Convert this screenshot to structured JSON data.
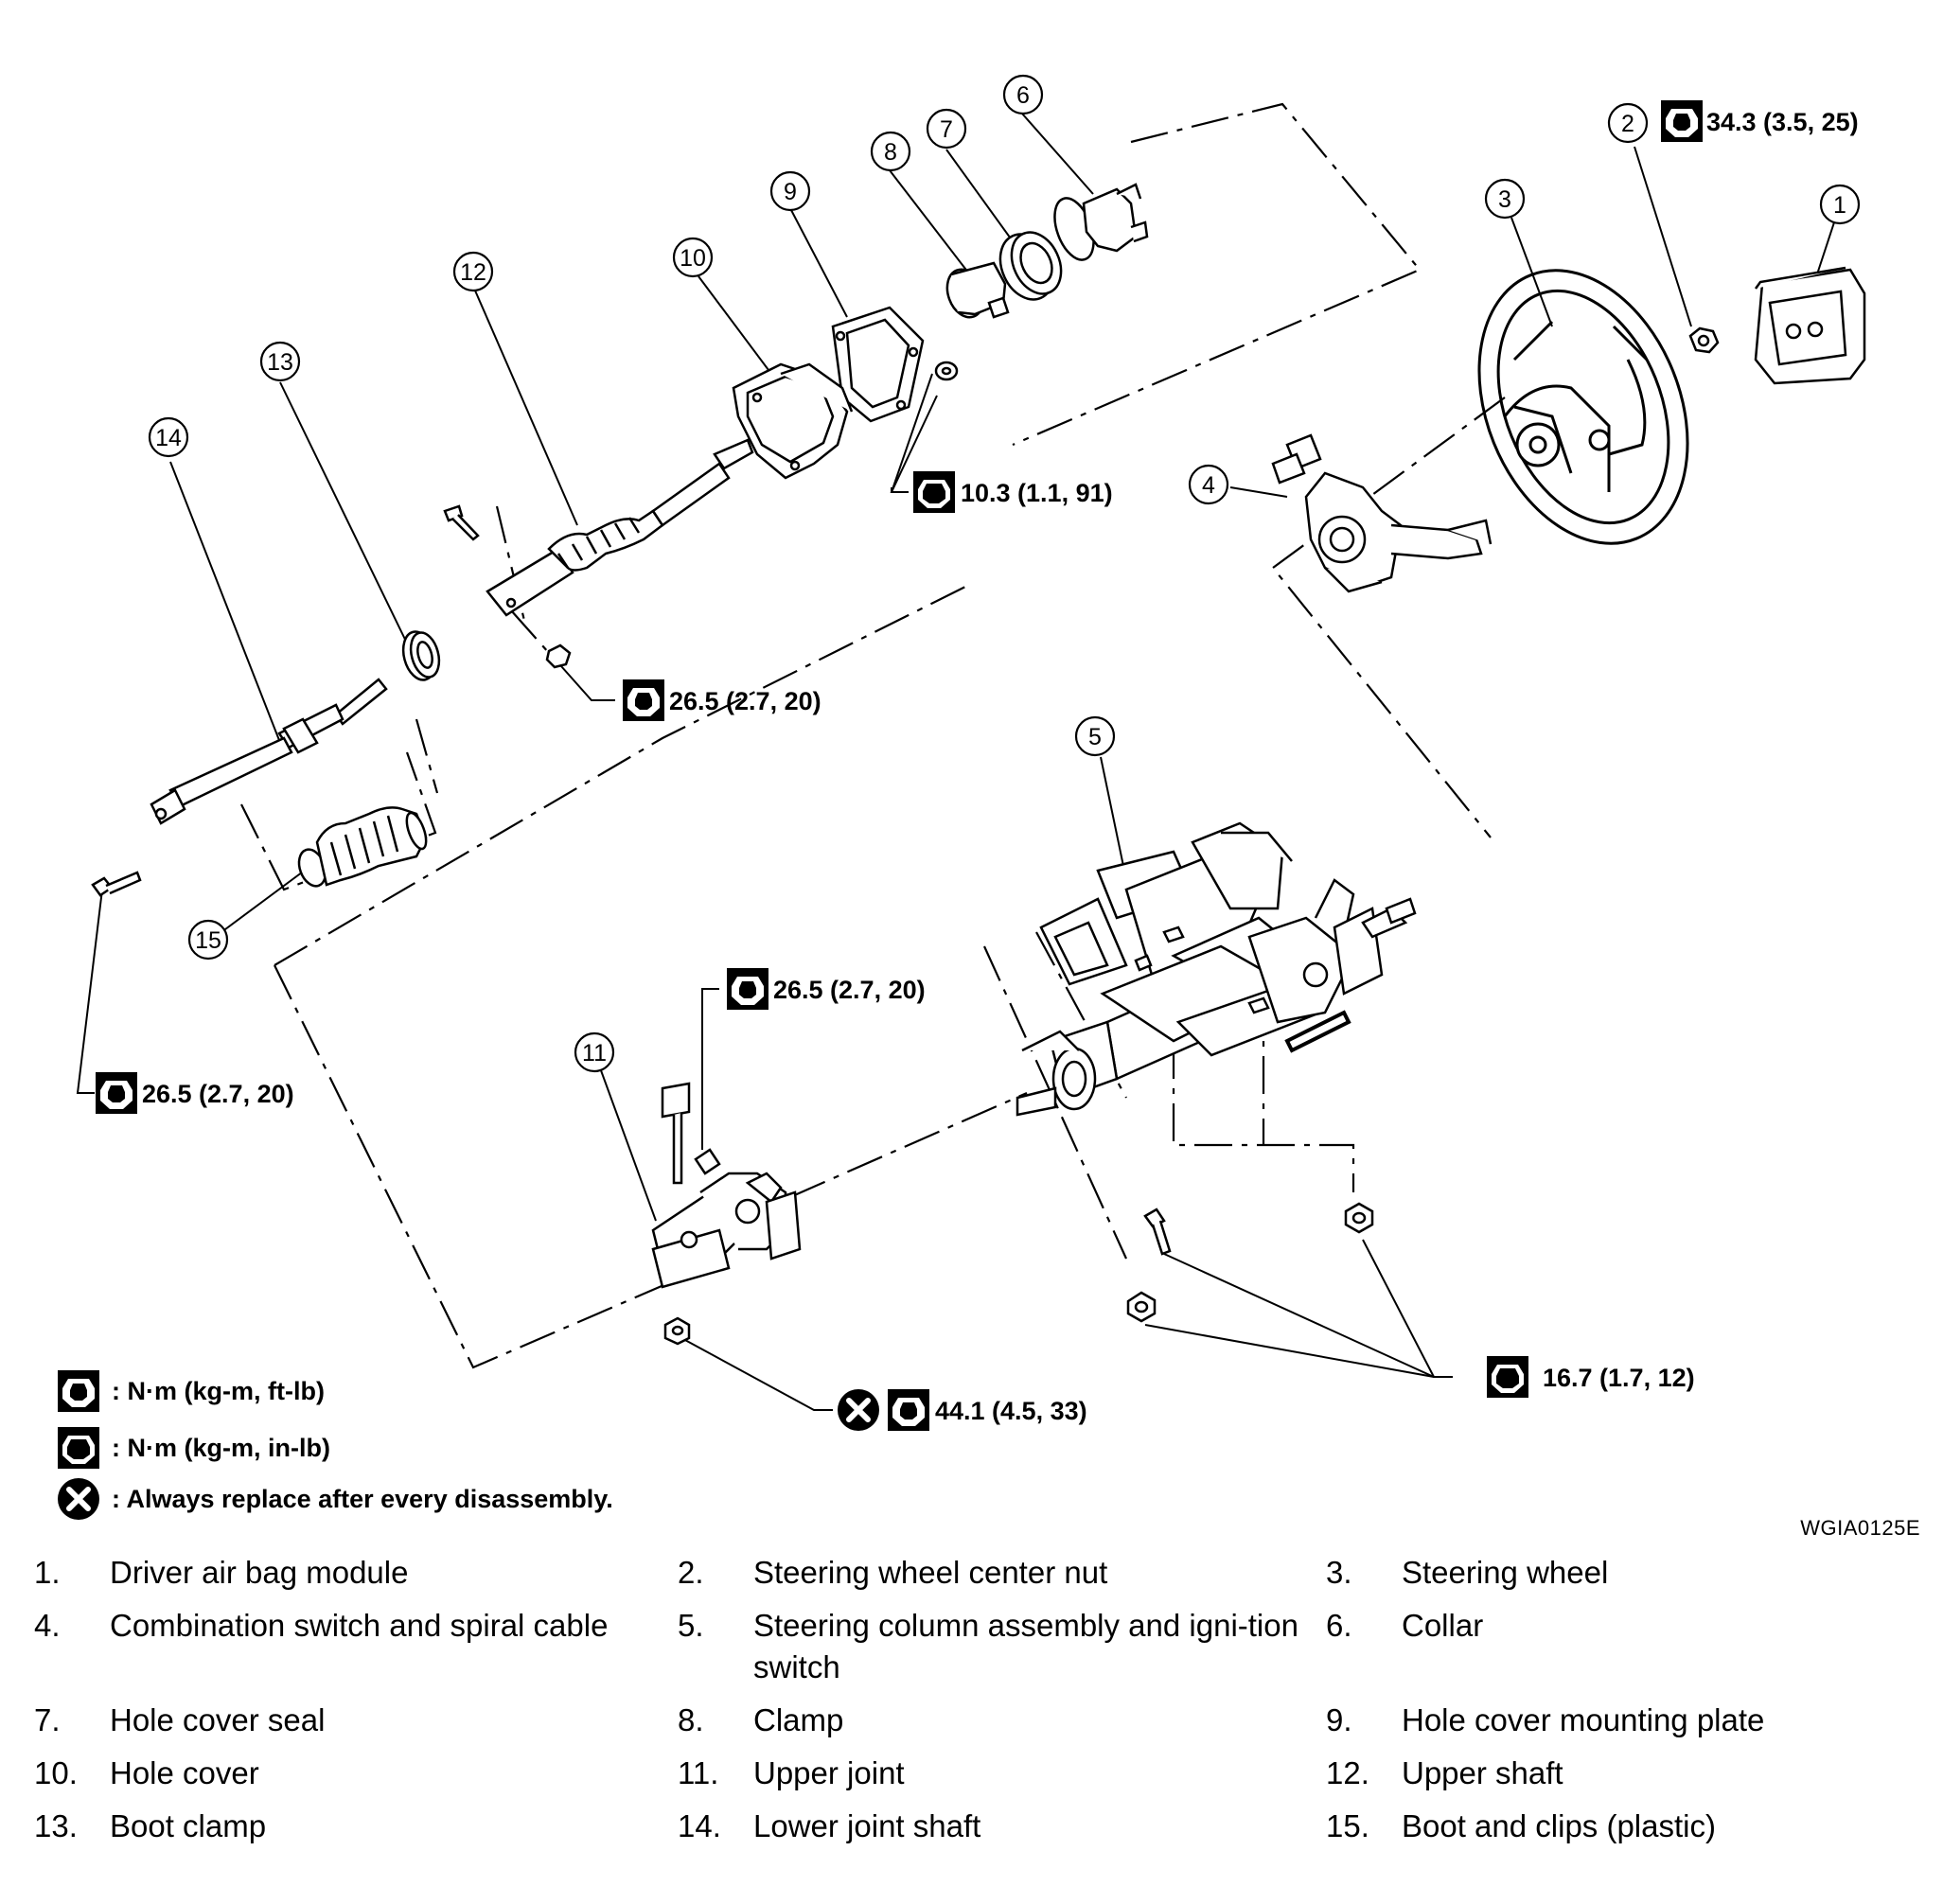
{
  "callouts": [
    "1",
    "2",
    "3",
    "4",
    "5",
    "6",
    "7",
    "8",
    "9",
    "10",
    "11",
    "12",
    "13",
    "14",
    "15"
  ],
  "torque": {
    "t2": "34.3 (3.5, 25)",
    "t_hole": "10.3 (1.1, 91)",
    "t_shaft": "26.5 (2.7, 20)",
    "t_joint_top": "26.5 (2.7, 20)",
    "t_lower": "26.5 (2.7, 20)",
    "t_bottom": "44.1 (4.5, 33)",
    "t_column": "16.7 (1.7, 12)"
  },
  "legend": {
    "open": ": N·m (kg-m, ft-lb)",
    "filled": ": N·m (kg-m, in-lb)",
    "replace": ": Always replace after every disassembly."
  },
  "figure_code": "WGIA0125E",
  "parts": [
    {
      "num": "1.",
      "name": "Driver air bag module"
    },
    {
      "num": "2.",
      "name": "Steering wheel center nut"
    },
    {
      "num": "3.",
      "name": "Steering wheel"
    },
    {
      "num": "4.",
      "name": "Combination switch and spiral cable"
    },
    {
      "num": "5.",
      "name": "Steering column assembly and igni-tion switch"
    },
    {
      "num": "6.",
      "name": "Collar"
    },
    {
      "num": "7.",
      "name": "Hole cover seal"
    },
    {
      "num": "8.",
      "name": "Clamp"
    },
    {
      "num": "9.",
      "name": "Hole cover mounting plate"
    },
    {
      "num": "10.",
      "name": "Hole cover"
    },
    {
      "num": "11.",
      "name": "Upper joint"
    },
    {
      "num": "12.",
      "name": "Upper shaft"
    },
    {
      "num": "13.",
      "name": "Boot clamp"
    },
    {
      "num": "14.",
      "name": "Lower joint shaft"
    },
    {
      "num": "15.",
      "name": "Boot and clips (plastic)"
    }
  ]
}
